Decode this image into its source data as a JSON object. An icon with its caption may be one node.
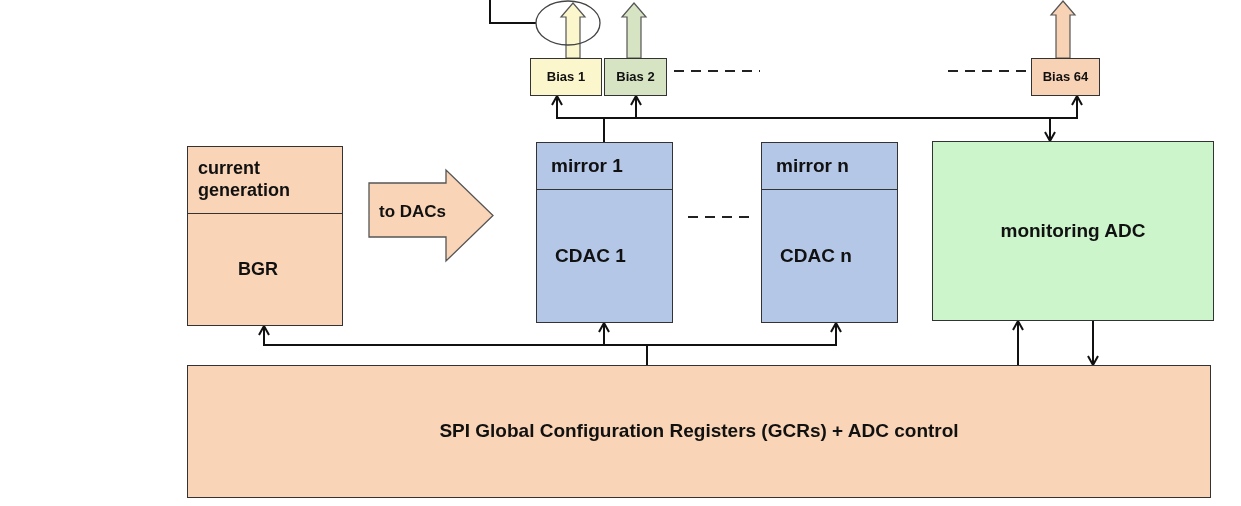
{
  "diagram": {
    "nodes": [
      {
        "text": [
          "current generation",
          "BGR"
        ]
      },
      {
        "text": [
          "to DACs"
        ]
      },
      {
        "text": [
          "mirror 1",
          "CDAC 1"
        ]
      },
      {
        "text": [
          "mirror n",
          "CDAC n"
        ]
      },
      {
        "text": [
          "monitoring ADC"
        ]
      },
      {
        "text": [
          "SPI Global Configuration Registers (GCRs) + ADC control"
        ]
      },
      {
        "text": [
          "Bias 1"
        ]
      },
      {
        "text": [
          "Bias 2"
        ]
      },
      {
        "text": [
          "Bias 64"
        ]
      },
      {
        "text": [],
        "shape": "circle"
      }
    ],
    "edges": [
      {
        "from": 5,
        "to": 0,
        "arrow": "to"
      },
      {
        "from": 5,
        "to": 2,
        "arrow": "to"
      },
      {
        "from": 5,
        "to": 3,
        "arrow": "to"
      },
      {
        "from": 5,
        "to": 4,
        "arrow": "to"
      },
      {
        "from": 4,
        "to": 5,
        "arrow": "to"
      },
      {
        "from": 2,
        "to": 6,
        "arrow": "to"
      },
      {
        "from": 2,
        "to": 7,
        "arrow": "to"
      },
      {
        "from": 2,
        "to": 8,
        "arrow": "to"
      },
      {
        "from": 2,
        "to": 4,
        "arrow": "to"
      },
      {
        "from": 6,
        "to": null,
        "arrow": "to",
        "style": "thick",
        "color": "#fbf6cc"
      },
      {
        "from": 7,
        "to": null,
        "arrow": "to",
        "style": "thick",
        "color": "#d6e4c4"
      },
      {
        "from": 8,
        "to": null,
        "arrow": "to",
        "style": "thick",
        "color": "#f8d2b4"
      },
      {
        "from": null,
        "to": 9,
        "arrow": "none"
      }
    ]
  }
}
